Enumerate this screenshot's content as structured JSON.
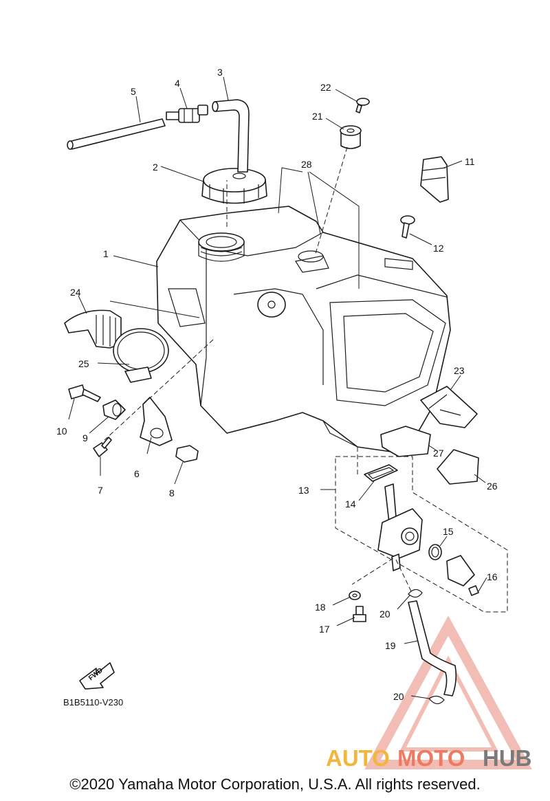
{
  "diagram": {
    "callouts": [
      "1",
      "2",
      "3",
      "4",
      "5",
      "6",
      "7",
      "8",
      "9",
      "10",
      "11",
      "12",
      "13",
      "14",
      "15",
      "16",
      "17",
      "18",
      "19",
      "20",
      "20",
      "21",
      "22",
      "23",
      "24",
      "25",
      "26",
      "27",
      "28"
    ],
    "fwd_label": "FWD",
    "diagram_code": "B1B5110-V230",
    "copyright": "©2020 Yamaha Motor Corporation, U.S.A. All rights reserved."
  },
  "watermark": {
    "brand_auto": "AUTO",
    "brand_moto": "MOTO",
    "brand_hub": "HUB",
    "colors": {
      "auto": "#f3b53b",
      "moto": "#ee7a63",
      "hub": "#7a7a7a",
      "triangle": "#e8887a"
    }
  }
}
